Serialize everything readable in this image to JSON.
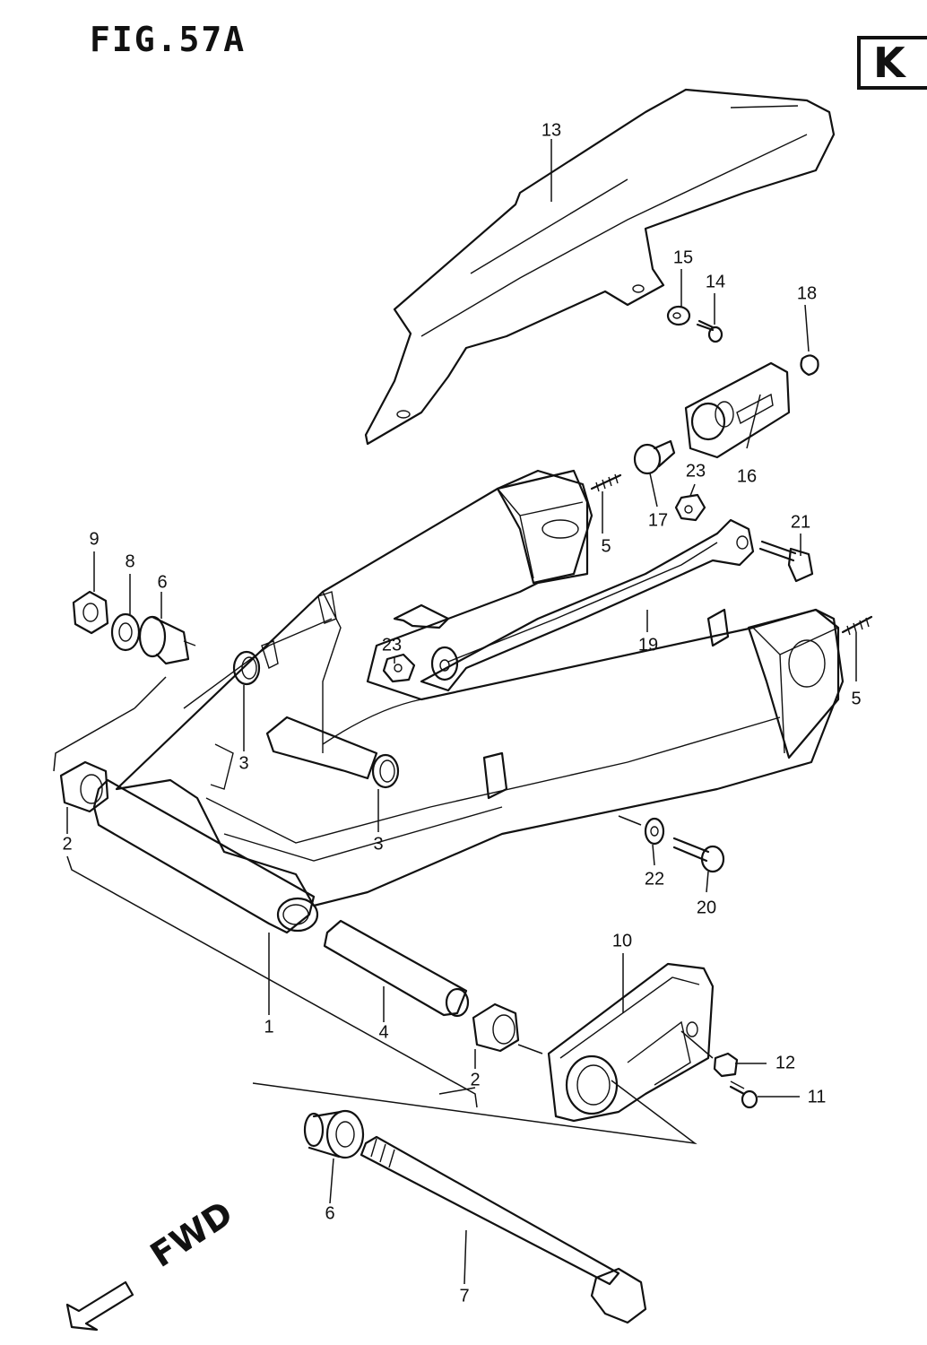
{
  "figure": {
    "title": "FIG.57A",
    "model_tag": "K",
    "direction_label": "FWD"
  },
  "callouts": [
    {
      "id": "c13",
      "text": "13"
    },
    {
      "id": "c15",
      "text": "15"
    },
    {
      "id": "c14",
      "text": "14"
    },
    {
      "id": "c18",
      "text": "18"
    },
    {
      "id": "c16",
      "text": "16"
    },
    {
      "id": "c23a",
      "text": "23"
    },
    {
      "id": "c17",
      "text": "17"
    },
    {
      "id": "c21",
      "text": "21"
    },
    {
      "id": "c5a",
      "text": "5"
    },
    {
      "id": "c9",
      "text": "9"
    },
    {
      "id": "c8",
      "text": "8"
    },
    {
      "id": "c6a",
      "text": "6"
    },
    {
      "id": "c23b",
      "text": "23"
    },
    {
      "id": "c19",
      "text": "19"
    },
    {
      "id": "c5b",
      "text": "5"
    },
    {
      "id": "c3a",
      "text": "3"
    },
    {
      "id": "c3b",
      "text": "3"
    },
    {
      "id": "c2a",
      "text": "2"
    },
    {
      "id": "c22",
      "text": "22"
    },
    {
      "id": "c20",
      "text": "20"
    },
    {
      "id": "c10",
      "text": "10"
    },
    {
      "id": "c1",
      "text": "1"
    },
    {
      "id": "c4",
      "text": "4"
    },
    {
      "id": "c2b",
      "text": "2"
    },
    {
      "id": "c12",
      "text": "12"
    },
    {
      "id": "c11",
      "text": "11"
    },
    {
      "id": "c6b",
      "text": "6"
    },
    {
      "id": "c7",
      "text": "7"
    }
  ]
}
